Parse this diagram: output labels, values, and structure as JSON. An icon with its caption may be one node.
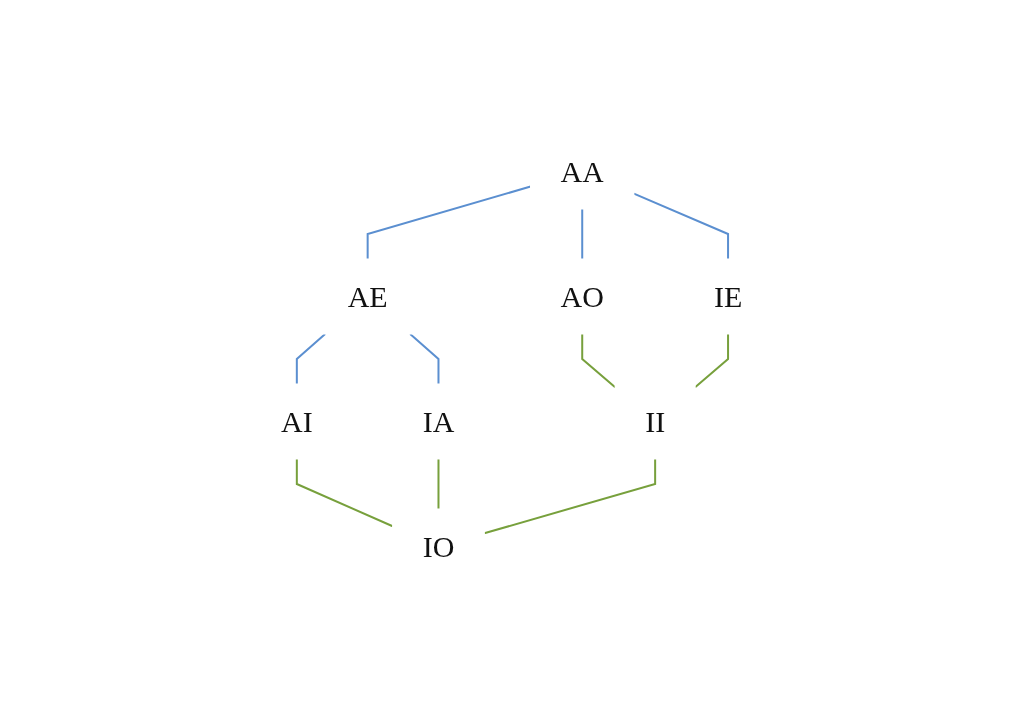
{
  "diagram": {
    "nodes": [
      {
        "text": [
          "AA"
        ]
      },
      {
        "text": [
          "AE"
        ]
      },
      {
        "text": [
          "AI"
        ]
      },
      {
        "text": [
          "AO"
        ]
      },
      {
        "text": [
          "IA"
        ]
      },
      {
        "text": [
          "IE"
        ]
      },
      {
        "text": [
          "II"
        ]
      },
      {
        "text": [
          "IO"
        ]
      }
    ],
    "edges": [
      {
        "from": 0,
        "to": 1,
        "arrow": "none",
        "color": "#5b8fd0"
      },
      {
        "from": 0,
        "to": 3,
        "arrow": "none",
        "color": "#5b8fd0"
      },
      {
        "from": 0,
        "to": 5,
        "arrow": "none",
        "color": "#5b8fd0"
      },
      {
        "from": 1,
        "to": 2,
        "arrow": "none",
        "color": "#5b8fd0"
      },
      {
        "from": 1,
        "to": 4,
        "arrow": "none",
        "color": "#5b8fd0"
      },
      {
        "from": 2,
        "to": 7,
        "arrow": "none",
        "color": "#77a03c"
      },
      {
        "from": 3,
        "to": 6,
        "arrow": "none",
        "color": "#77a03c"
      },
      {
        "from": 4,
        "to": 7,
        "arrow": "none",
        "color": "#77a03c"
      },
      {
        "from": 5,
        "to": 6,
        "arrow": "none",
        "color": "#77a03c"
      },
      {
        "from": 6,
        "to": 7,
        "arrow": "none",
        "color": "#77a03c"
      }
    ]
  }
}
